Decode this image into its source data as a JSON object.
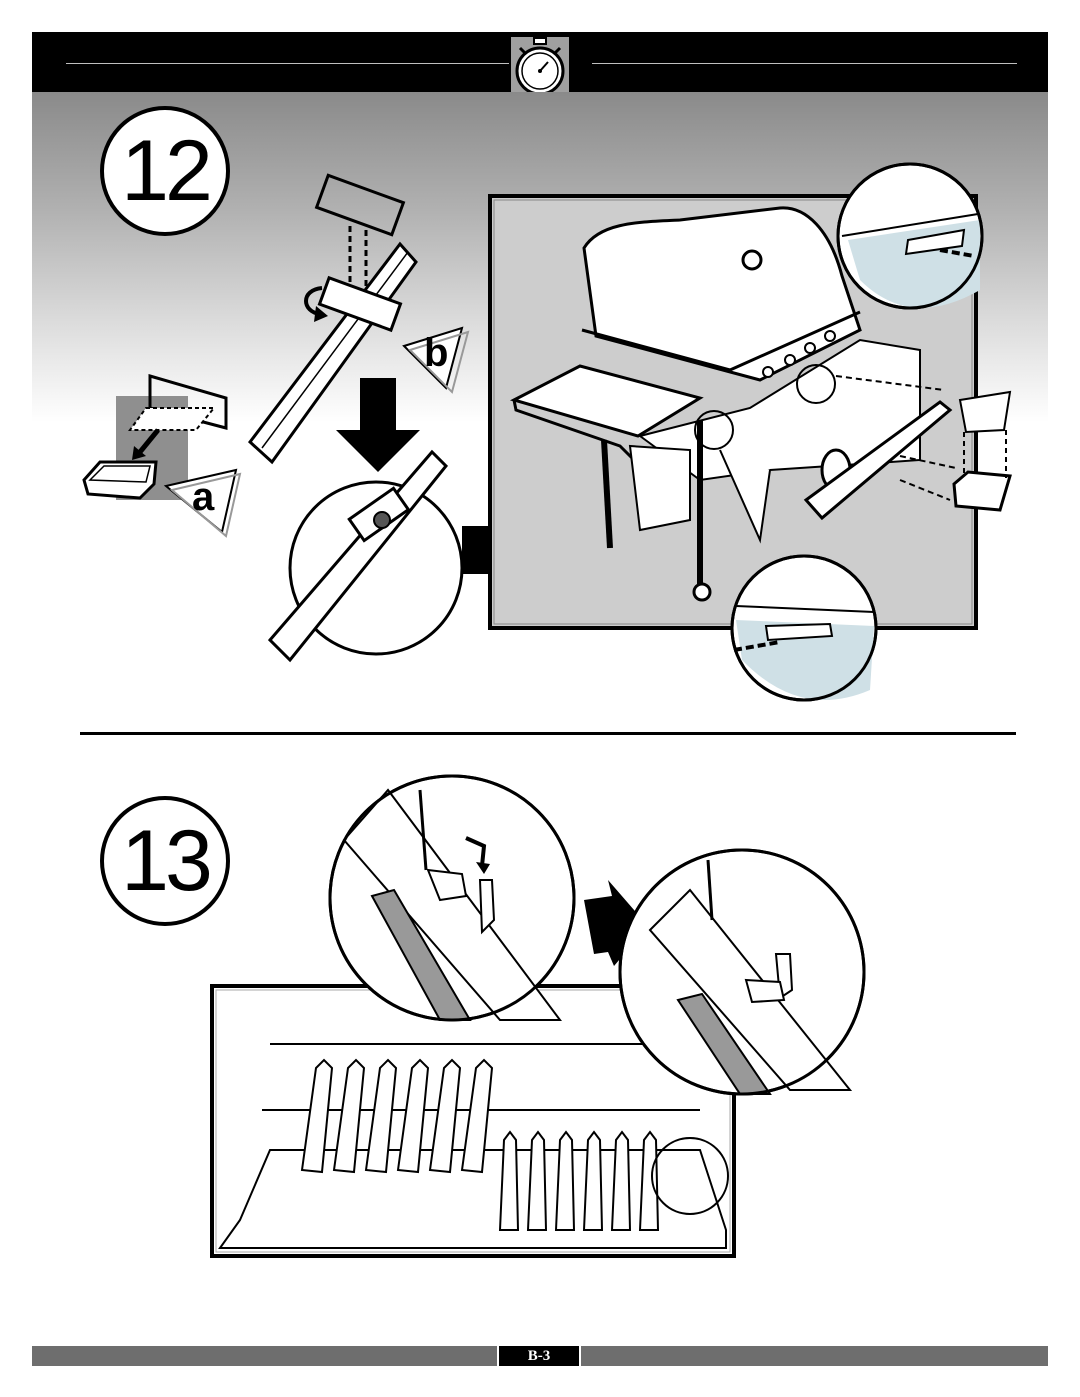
{
  "steps": [
    {
      "number": "12",
      "callouts": [
        "a",
        "b"
      ]
    },
    {
      "number": "13"
    }
  ],
  "icons": {
    "header": "stopwatch-icon",
    "arrows": [
      "arrow-down-icon",
      "arrow-right-icon"
    ]
  },
  "footer": {
    "page_label": "B-3"
  },
  "colors": {
    "bar": "#000000",
    "footer_bar": "#6e6e6e",
    "detail_tint": "#cfe0e6"
  }
}
